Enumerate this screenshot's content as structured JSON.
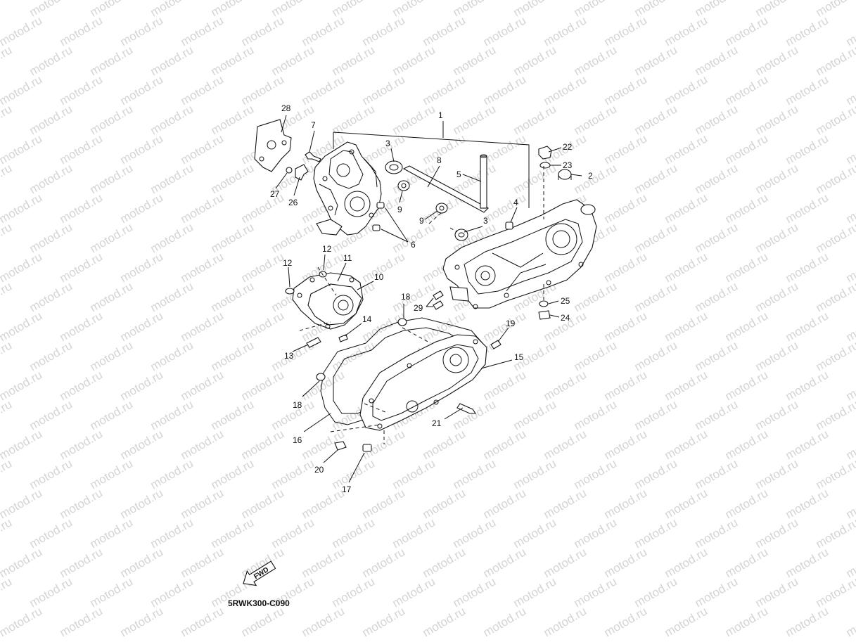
{
  "watermark": {
    "text": "motod.ru",
    "color": "#d4d4d4"
  },
  "diagram_code": "5RWK300-C090",
  "fwd_label": "FWD",
  "callouts": [
    {
      "id": "c1",
      "text": "1"
    },
    {
      "id": "c2",
      "text": "2"
    },
    {
      "id": "c3a",
      "text": "3"
    },
    {
      "id": "c3b",
      "text": "3"
    },
    {
      "id": "c4",
      "text": "4"
    },
    {
      "id": "c5",
      "text": "5"
    },
    {
      "id": "c6",
      "text": "6"
    },
    {
      "id": "c7",
      "text": "7"
    },
    {
      "id": "c8",
      "text": "8"
    },
    {
      "id": "c9a",
      "text": "9"
    },
    {
      "id": "c9b",
      "text": "9"
    },
    {
      "id": "c10",
      "text": "10"
    },
    {
      "id": "c11",
      "text": "11"
    },
    {
      "id": "c12a",
      "text": "12"
    },
    {
      "id": "c12b",
      "text": "12"
    },
    {
      "id": "c13",
      "text": "13"
    },
    {
      "id": "c14",
      "text": "14"
    },
    {
      "id": "c15",
      "text": "15"
    },
    {
      "id": "c16",
      "text": "16"
    },
    {
      "id": "c17",
      "text": "17"
    },
    {
      "id": "c18a",
      "text": "18"
    },
    {
      "id": "c18b",
      "text": "18"
    },
    {
      "id": "c19",
      "text": "19"
    },
    {
      "id": "c20",
      "text": "20"
    },
    {
      "id": "c21",
      "text": "21"
    },
    {
      "id": "c22",
      "text": "22"
    },
    {
      "id": "c23",
      "text": "23"
    },
    {
      "id": "c24",
      "text": "24"
    },
    {
      "id": "c25",
      "text": "25"
    },
    {
      "id": "c26",
      "text": "26"
    },
    {
      "id": "c27",
      "text": "27"
    },
    {
      "id": "c28",
      "text": "28"
    },
    {
      "id": "c29",
      "text": "29"
    }
  ]
}
